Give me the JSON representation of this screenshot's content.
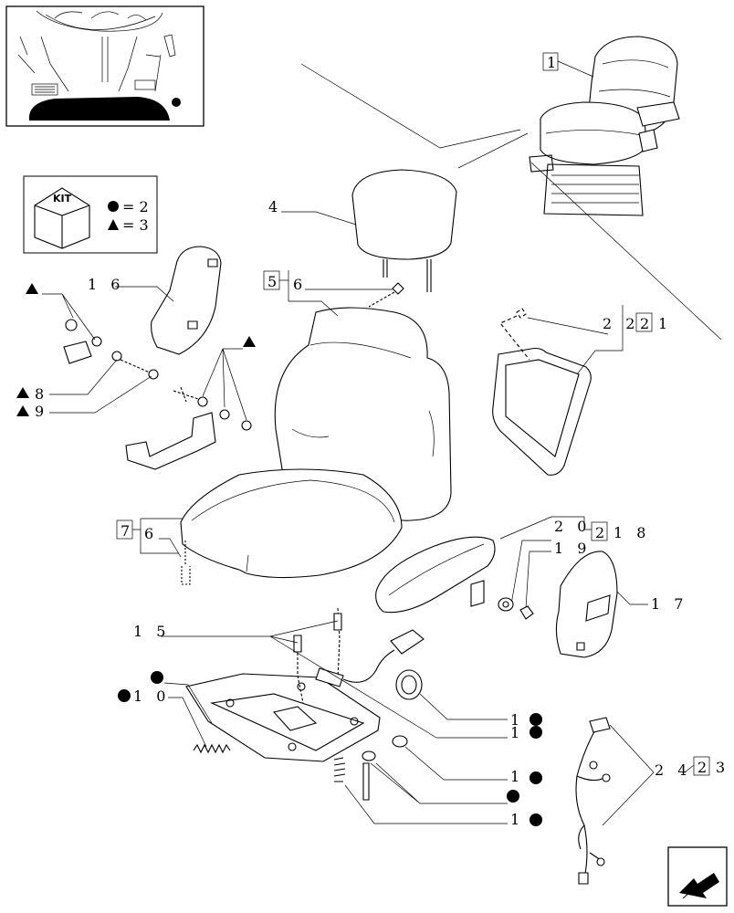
{
  "kit_legend": {
    "title": "KIT",
    "circle_value": "= 2",
    "triangle_value": "= 3"
  },
  "callouts": {
    "p1": "1",
    "p4": "4",
    "p5": "5",
    "p6a": "6",
    "p6b": "6",
    "p7": "7",
    "p8": "8",
    "p9": "9",
    "p10": "1 0",
    "p11": "1",
    "p12": "1",
    "p13": "1",
    "p14": "1",
    "p15": "1 5",
    "p16": "1 6",
    "p17": "1 7",
    "p18": "1 8",
    "p19": "1 9",
    "p20": "2 0",
    "p21": "1",
    "p22": "2 2",
    "p23": "3",
    "p24": "2 4",
    "box21": "2",
    "box23": "2"
  },
  "colors": {
    "ink": "#000000",
    "paper": "#ffffff"
  },
  "icons": {
    "corner": "tractor-cab-locator-icon",
    "nav": "next-page-arrow-icon",
    "legend": "kit-box-icon"
  }
}
